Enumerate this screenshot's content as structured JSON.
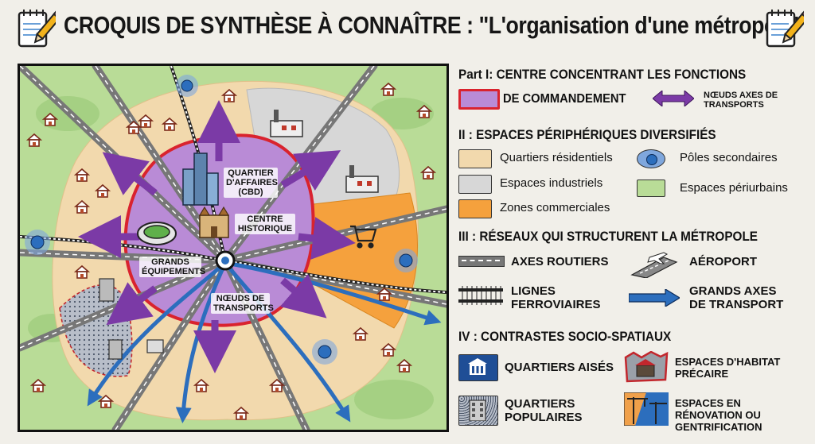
{
  "header": {
    "title": "CROQUIS DE SYNTHÈSE À CONNAÎTRE : \"L'organisation d'une métropole\""
  },
  "map": {
    "labels": {
      "cbd": "QUARTIER D'AFFAIRES (CBD)",
      "historic": "CENTRE HISTORIQUE",
      "equipment": "GRANDS ÉQUIPEMENTS",
      "transport_node": "NŒUDS DE TRANSPORTS"
    }
  },
  "legend": {
    "part1": {
      "title": "Part I: CENTRE CONCENTRANT LES FONCTIONS",
      "command": "DE COMMANDEMENT",
      "nodes": "NŒUDS AXES DE TRANSPORTS"
    },
    "part2": {
      "title": "II : ESPACES PÉRIPHÉRIQUES DIVERSIFIÉS",
      "residential": "Quartiers résidentiels",
      "secondary_poles": "Pôles secondaires",
      "industrial": "Espaces industriels",
      "periurban": "Espaces périurbains",
      "commercial": "Zones commerciales"
    },
    "part3": {
      "title": "III : RÉSEAUX QUI STRUCTURENT LA MÉTROPOLE",
      "roads": "AXES ROUTIERS",
      "airport": "AÉROPORT",
      "rail": "LIGNES FERROVIAIRES",
      "major_axes": "GRANDS AXES DE TRANSPORT"
    },
    "part4": {
      "title": "IV : CONTRASTES SOCIO-SPATIAUX",
      "wealthy": "QUARTIERS AISÉS",
      "precarious": "ESPACES D'HABITAT PRÉCAIRE",
      "popular": "QUARTIERS POPULAIRES",
      "renovation": "ESPACES EN RÉNOVATION OU GENTRIFICATION"
    }
  },
  "colors": {
    "center": "#b98bd6",
    "center_border": "#d9232e",
    "residential": "#f2d9ad",
    "industrial": "#d7d7d7",
    "commercial": "#f5a13d",
    "periurban": "#b9dc97",
    "pole": "#3e78c8",
    "major_axis": "#2c6ebd",
    "arrow": "#7b3aa6",
    "wealthy": "#1f4e96"
  },
  "icons": {
    "house": "house-icon",
    "factory": "factory-icon",
    "cart": "cart-icon",
    "stadium": "stadium-icon",
    "skyscraper": "skyscraper-icon",
    "airplane": "airplane-icon",
    "crane": "crane-icon"
  }
}
